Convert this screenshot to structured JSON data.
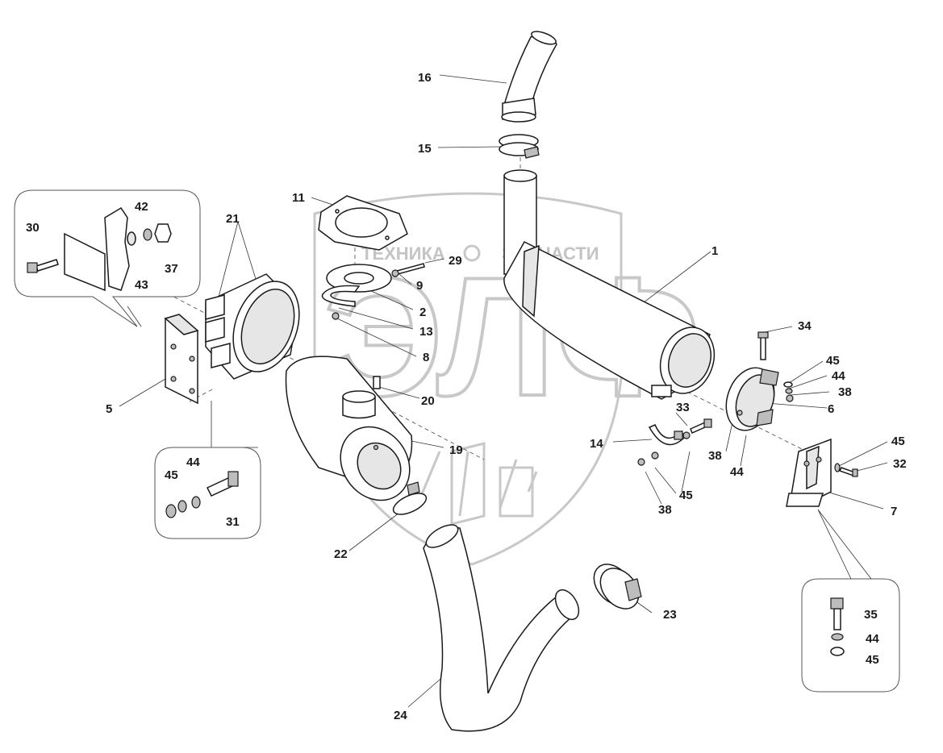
{
  "watermark": {
    "line1_left": "ТЕХНИКА",
    "line1_right": "ЗАПЧАСТИ",
    "big": "ЭЛФ"
  },
  "callouts": {
    "c1": "1",
    "c2": "2",
    "c5": "5",
    "c6": "6",
    "c7": "7",
    "c8": "8",
    "c9": "9",
    "c11": "11",
    "c13": "13",
    "c14": "14",
    "c15": "15",
    "c16": "16",
    "c19": "19",
    "c20": "20",
    "c21": "21",
    "c22": "22",
    "c23": "23",
    "c24": "24",
    "c29": "29",
    "c30": "30",
    "c31": "31",
    "c32": "32",
    "c33": "33",
    "c34": "34",
    "c35": "35",
    "c37": "37",
    "c42": "42",
    "c43": "43",
    "c38a": "38",
    "c38b": "38",
    "c38c": "38",
    "c44a": "44",
    "c44b": "44",
    "c44c": "44",
    "c44d": "44",
    "c45a": "45",
    "c45b": "45",
    "c45c": "45",
    "c45d": "45",
    "c45e": "45"
  }
}
